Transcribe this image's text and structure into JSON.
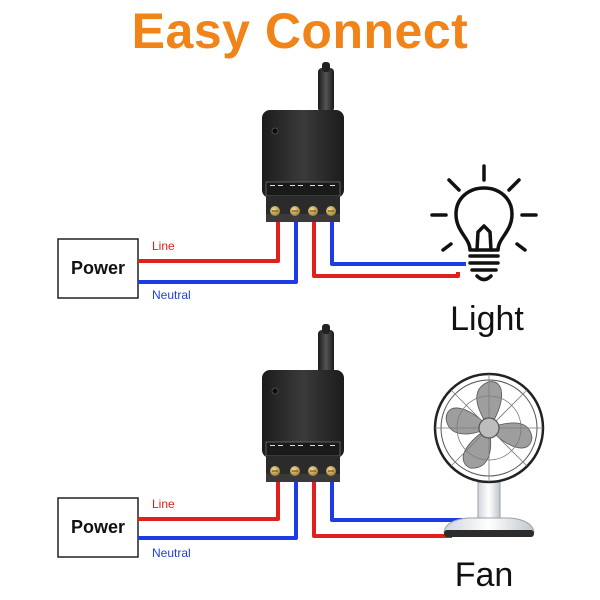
{
  "title": "Easy Connect",
  "colors": {
    "title": "#F08418",
    "line_wire": "#E0201C",
    "neutral_wire": "#1E3CE6",
    "line_label": "#E0201C",
    "neutral_label": "#1E3CE6",
    "module_body": "#2A2A2A",
    "terminal": "#C8A048"
  },
  "circuits": [
    {
      "power_label": "Power",
      "line_label": "Line",
      "neutral_label": "Neutral",
      "load_label": "Light",
      "load_icon": "light-bulb-icon"
    },
    {
      "power_label": "Power",
      "line_label": "Line",
      "neutral_label": "Neutral",
      "load_label": "Fan",
      "load_icon": "fan-icon"
    }
  ]
}
